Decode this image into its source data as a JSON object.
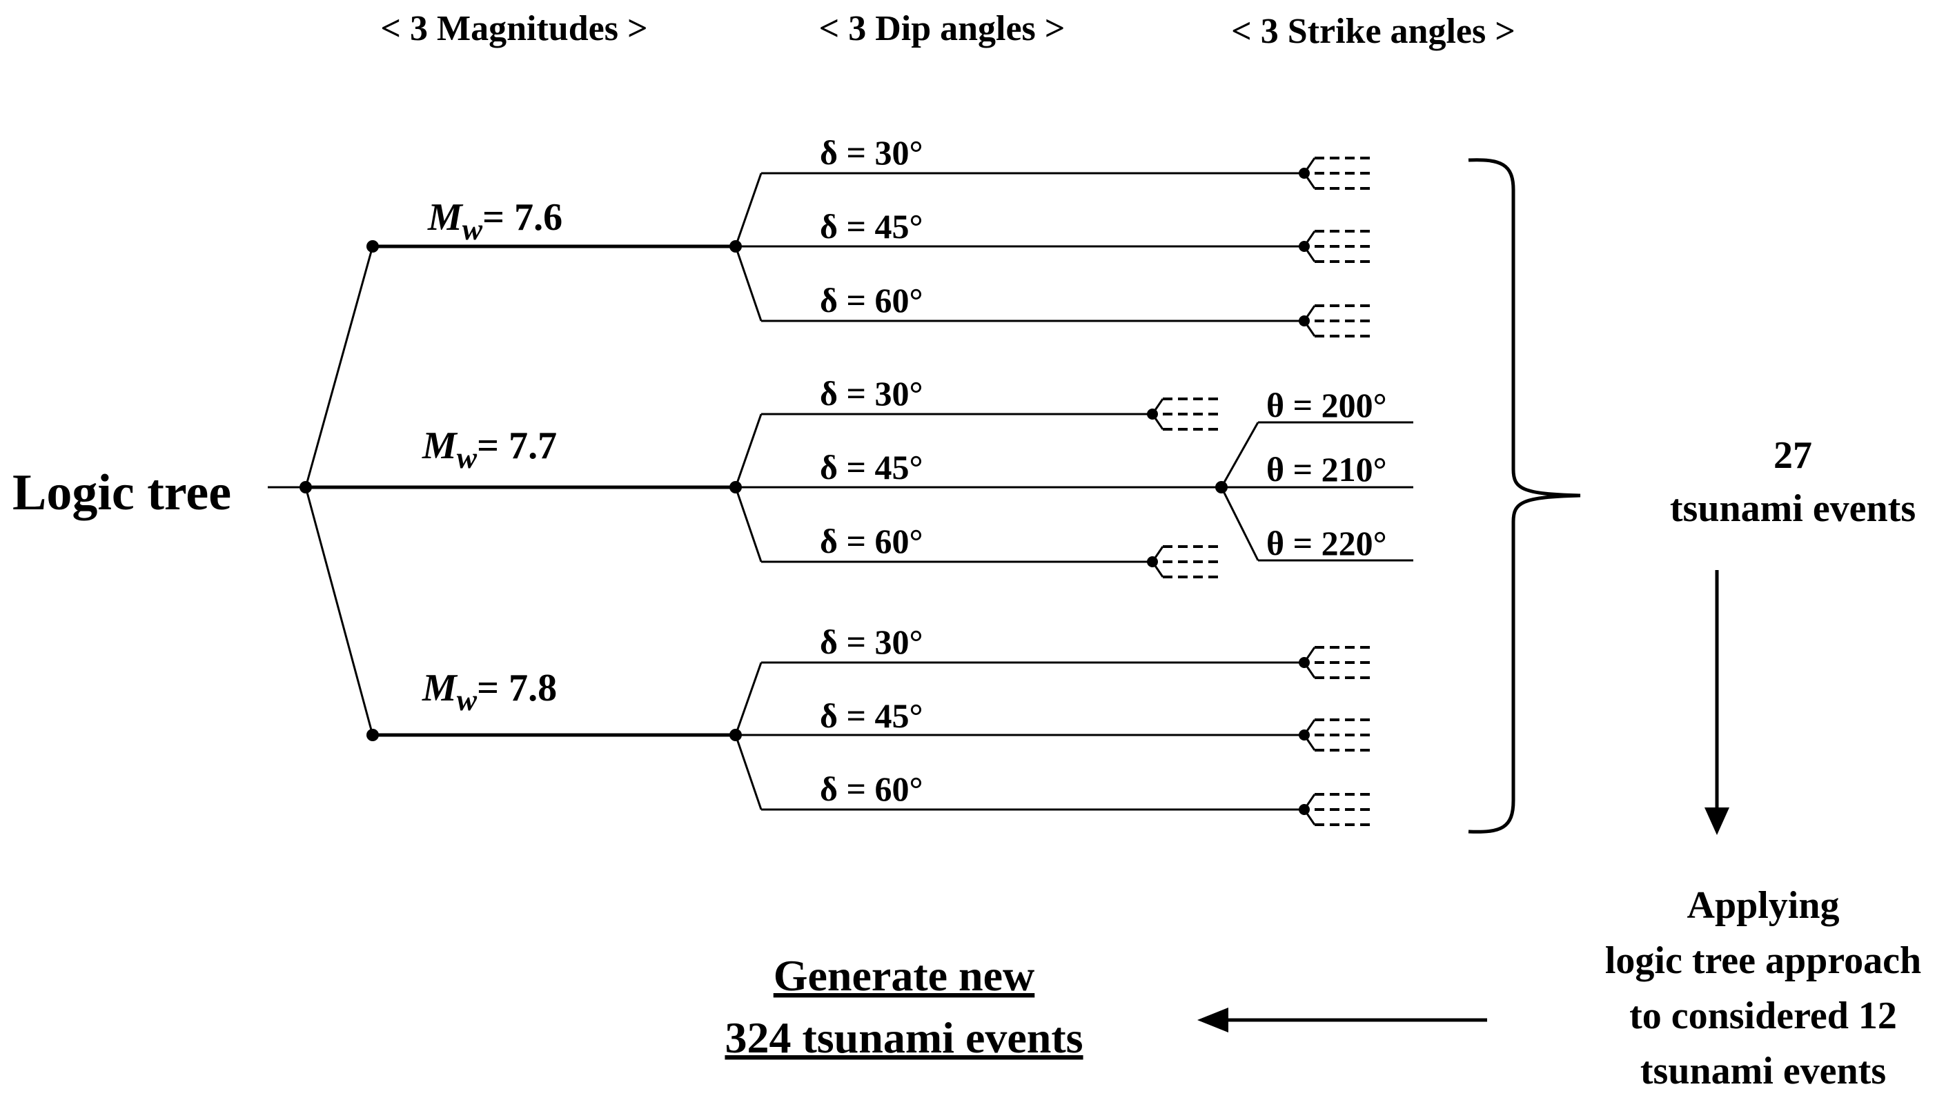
{
  "headers": {
    "magnitudes": "< 3 Magnitudes >",
    "dip_angles": "< 3 Dip angles >",
    "strike_angles": "< 3 Strike angles >"
  },
  "root_label": "Logic tree",
  "magnitudes": [
    {
      "prefix": "M",
      "subscript": "w",
      "value": "= 7.6",
      "dips": [
        "δ = 30°",
        "δ = 45°",
        "δ = 60°"
      ]
    },
    {
      "prefix": "M",
      "subscript": "w",
      "value": "= 7.7",
      "dips": [
        "δ = 30°",
        "δ = 45°",
        "δ = 60°"
      ]
    },
    {
      "prefix": "M",
      "subscript": "w",
      "value": "= 7.8",
      "dips": [
        "δ = 30°",
        "δ = 45°",
        "δ = 60°"
      ]
    }
  ],
  "strikes": [
    "θ = 200°",
    "θ = 210°",
    "θ = 220°"
  ],
  "summary": {
    "count": "27",
    "label": "tsunami events"
  },
  "applying": [
    "Applying",
    "logic tree approach",
    "to considered 12",
    "tsunami events"
  ],
  "generate": [
    "Generate new",
    "324 tsunami events"
  ]
}
